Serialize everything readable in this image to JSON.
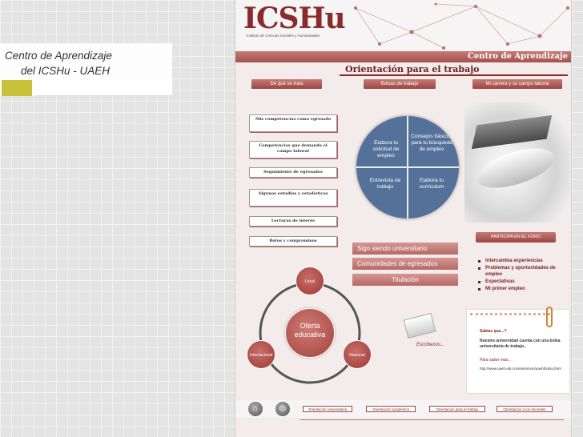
{
  "slide": {
    "title_line1": "Centro de Aprendizaje",
    "title_line2": "del ICSHu - UAEH",
    "accent_color": "#c8c23a"
  },
  "header": {
    "logo": "ICSHu",
    "logo_sub": "Instituto de Ciencias Sociales y Humanidades",
    "section": "Centro de Aprendizaje",
    "subtitle": "Orientación para el trabajo"
  },
  "nav": [
    {
      "label": "De qué se trata"
    },
    {
      "label": "Bolsas de trabajo"
    },
    {
      "label": "Mi carrera y su campo laboral"
    }
  ],
  "competencias": [
    {
      "label": "Mis competencias como egresado"
    },
    {
      "label": "Competencias que demanda el campo laboral"
    },
    {
      "label": "Seguimiento de egresados"
    },
    {
      "label": "Algunos estudios y estadísticas"
    },
    {
      "label": "Lecturas de interés"
    },
    {
      "label": "Retos y compromisos"
    }
  ],
  "quadrants": [
    {
      "label": "Elabora tu solicitud de empleo"
    },
    {
      "label": "Consejos básicos para tu búsqueda de empleo"
    },
    {
      "label": "Entrevista de trabajo"
    },
    {
      "label": "Elabora tu currículum"
    }
  ],
  "foro": "PARTICIPA EN EL FORO",
  "pink_buttons": [
    {
      "label": "Sigo siendo universitario"
    },
    {
      "label": "Comunidades de egresados"
    },
    {
      "label": "Titulación"
    }
  ],
  "bullets": [
    "Intercambia experiencias",
    "Problemas y oportunidades de empleo",
    "Expectativas",
    "Mi primer empleo"
  ],
  "oferta": {
    "center": "Oferta educativa",
    "local": "Local",
    "internacional": "Internacional",
    "nacional": "Nacional"
  },
  "escribenos": "Escríbenos...",
  "note": {
    "title": "Sabías que...?",
    "body": "Nuestra universidad cuenta con una bolsa universitaria de trabajo..",
    "more": "Para saber más...",
    "url": "http://www.uaeh.edu.mx/extension/uaeh/bolsa.html"
  },
  "footer": [
    {
      "label": "Orientación universitaria"
    },
    {
      "label": "Orientación académica"
    },
    {
      "label": "Orientación para el trabajo"
    },
    {
      "label": "Orientación a los docentes"
    }
  ],
  "icons": {
    "home": "home-icon",
    "globe": "globe-icon"
  }
}
